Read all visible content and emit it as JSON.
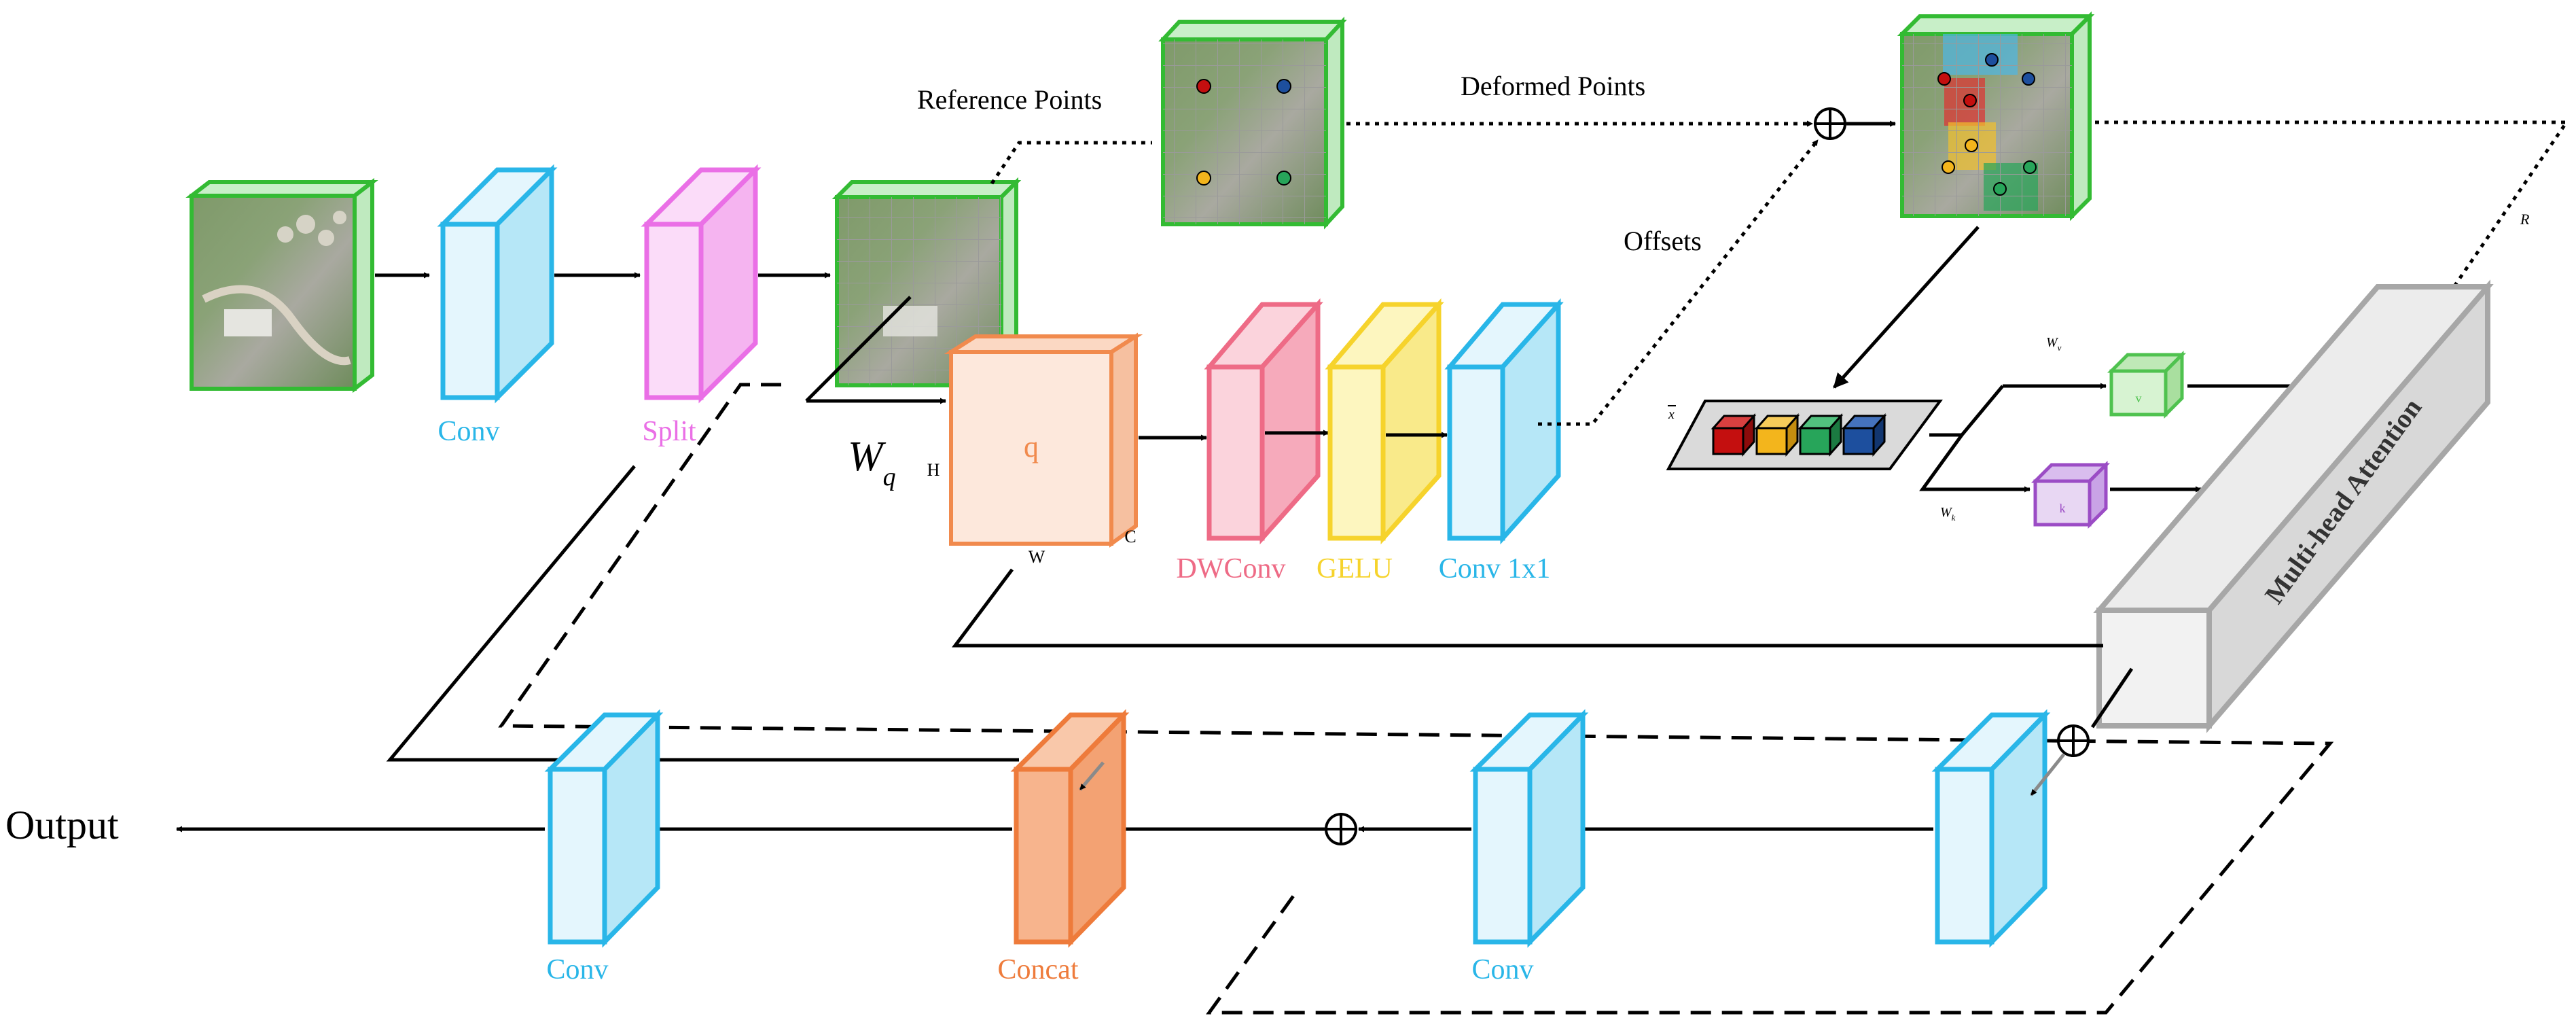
{
  "labels": {
    "conv_top": "Conv",
    "split": "Split",
    "wq_main": "W",
    "wq_sub": "q",
    "reference_points": "Reference Points",
    "deformed_points": "Deformed Points",
    "offsets": "Offsets",
    "q_label": "q",
    "dim_h": "H",
    "dim_w": "W",
    "dim_c": "C",
    "dwconv": "DWConv",
    "gelu": "GELU",
    "conv1x1": "Conv 1x1",
    "x_tilde": "x",
    "wv_main": "W",
    "wv_sub": "v",
    "wk_main": "W",
    "wk_sub": "k",
    "v_tilde": "v",
    "k_tilde": "k",
    "r_label": "R",
    "mha": "Multi-head Attention",
    "output": "Output",
    "conv_bottom_left": "Conv",
    "concat": "Concat",
    "conv_bottom_mid": "Conv",
    "plus_symbol": "+"
  },
  "colors": {
    "conv": "#29b6e8",
    "conv_fill": "#e4f6fd",
    "conv_side": "#b6e7f7",
    "split": "#ea6fe6",
    "split_fill": "#fbdcf9",
    "q": "#f18a4d",
    "q_fill": "#fde8dc",
    "dwconv": "#ee6b86",
    "dwconv_fill": "#fbd3dc",
    "gelu": "#f6d32c",
    "gelu_fill": "#fdf6bf",
    "concat": "#ee7b3b",
    "concat_fill": "#f7b48d",
    "image_border": "#33bb33",
    "token_colors": [
      "#c40f0f",
      "#f3b51c",
      "#27a55a",
      "#1d4f9e"
    ],
    "v_box": "#4fc24f",
    "k_box": "#9b4cc5",
    "mha": "#a7a7a7"
  }
}
